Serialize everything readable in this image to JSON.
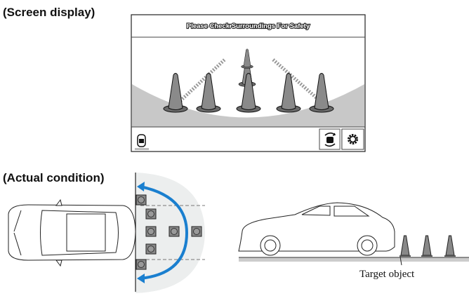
{
  "headings": {
    "screen_display": "(Screen display)",
    "actual_condition": "(Actual condition)"
  },
  "screen": {
    "message": "Please Check Surroundings For Safety",
    "buttons": [
      {
        "icon": "camera-view-switch-icon"
      },
      {
        "icon": "gear-icon"
      }
    ],
    "status_icon": "car-rear-icon"
  },
  "side_view": {
    "label": "Target object"
  },
  "colors": {
    "arrow": "#1a7fcf",
    "cone": "#8a8a8a",
    "zone": "#eceeee"
  }
}
